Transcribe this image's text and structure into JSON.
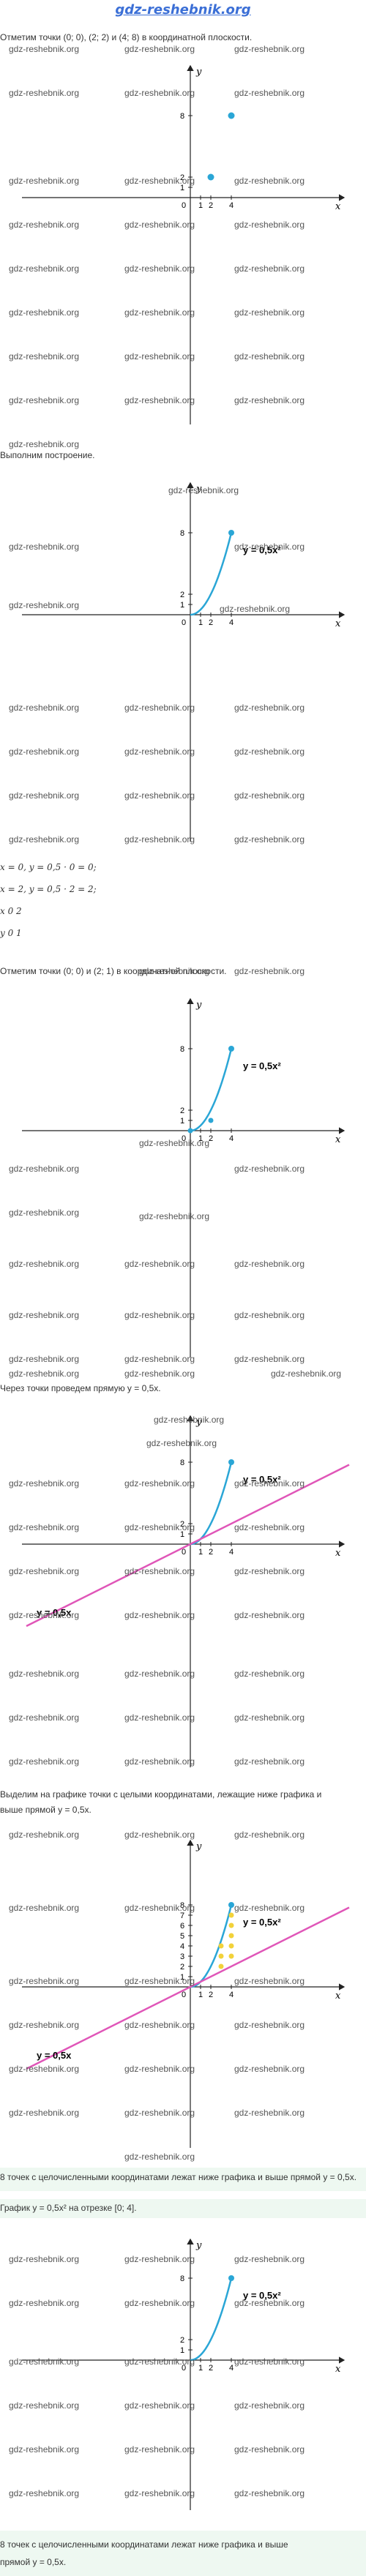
{
  "site_logo": "gdz-reshebnik.org",
  "watermark": "gdz-reshebnik.org",
  "paragraphs": {
    "p1": "Отметим точки (0; 0), (2; 2) и (4; 8) в координатной плоскости.",
    "p2": "Выполним построение.",
    "p3a": "x = 0, y = 0,5 · 0 = 0;",
    "p3b": "x = 2, y = 0,5 · 2 = 2;",
    "p3c": "x   0   2",
    "p3d": "y   0   1",
    "p4": "Отметим точки (0; 0) и (2; 1) в координатной плоскости.",
    "p5": "Через точки проведем прямую y = 0,5x.",
    "p6a": "Выделим на графике точки с целыми координатами, лежащие ниже графика и",
    "p6b": "выше прямой y = 0,5x.",
    "p7": "8 точек с целочисленными координатами лежат ниже графика и выше прямой y = 0,5x.",
    "p8": "График y = 0,5x² на отрезке [0; 4].",
    "p9a": "8 точек с целочисленными координатами лежат ниже графика и выше",
    "p9b": "прямой y = 0,5x."
  },
  "axis": {
    "x_label": "x",
    "y_label": "y",
    "origin": "0",
    "x_ticks": [
      "1",
      "2",
      "4"
    ],
    "y_ticks": [
      "1",
      "2",
      "8"
    ],
    "y_ticks_full": [
      "1",
      "2",
      "3",
      "4",
      "5",
      "6",
      "7",
      "8"
    ]
  },
  "labels": {
    "parabola": "y = 0,5x²",
    "line": "y = 0,5x"
  },
  "colors": {
    "parabola": "#2aa6d6",
    "line": "#e056b8",
    "points": "#f2d23a",
    "axis": "#222222",
    "band": "#eef8f1"
  },
  "chart_data": [
    {
      "type": "scatter",
      "title": "",
      "points": [
        [
          0,
          0
        ],
        [
          2,
          2
        ],
        [
          4,
          8
        ]
      ]
    },
    {
      "type": "line",
      "title": "",
      "series": [
        {
          "name": "y = 0,5x²",
          "x": [
            0,
            1,
            2,
            3,
            4
          ],
          "y": [
            0,
            0.5,
            2,
            4.5,
            8
          ]
        }
      ]
    },
    {
      "type": "line",
      "title": "",
      "series": [
        {
          "name": "y = 0,5x²",
          "x": [
            0,
            1,
            2,
            3,
            4
          ],
          "y": [
            0,
            0.5,
            2,
            4.5,
            8
          ]
        }
      ],
      "points": [
        [
          0,
          0
        ],
        [
          2,
          1
        ]
      ]
    },
    {
      "type": "line",
      "title": "",
      "series": [
        {
          "name": "y = 0,5x²",
          "x": [
            0,
            1,
            2,
            3,
            4
          ],
          "y": [
            0,
            0.5,
            2,
            4.5,
            8
          ]
        },
        {
          "name": "y = 0,5x",
          "x": [
            -10,
            10
          ],
          "y": [
            -5,
            5
          ]
        }
      ]
    },
    {
      "type": "line",
      "title": "",
      "series": [
        {
          "name": "y = 0,5x²",
          "x": [
            0,
            1,
            2,
            3,
            4
          ],
          "y": [
            0,
            0.5,
            2,
            4.5,
            8
          ]
        },
        {
          "name": "y = 0,5x",
          "x": [
            -10,
            10
          ],
          "y": [
            -5,
            5
          ]
        }
      ],
      "highlighted_points": [
        [
          3,
          2
        ],
        [
          3,
          3
        ],
        [
          3,
          4
        ],
        [
          4,
          3
        ],
        [
          4,
          4
        ],
        [
          4,
          5
        ],
        [
          4,
          6
        ],
        [
          4,
          7
        ]
      ]
    },
    {
      "type": "line",
      "title": "",
      "series": [
        {
          "name": "y = 0,5x²",
          "x": [
            0,
            1,
            2,
            3,
            4
          ],
          "y": [
            0,
            0.5,
            2,
            4.5,
            8
          ]
        }
      ]
    }
  ]
}
